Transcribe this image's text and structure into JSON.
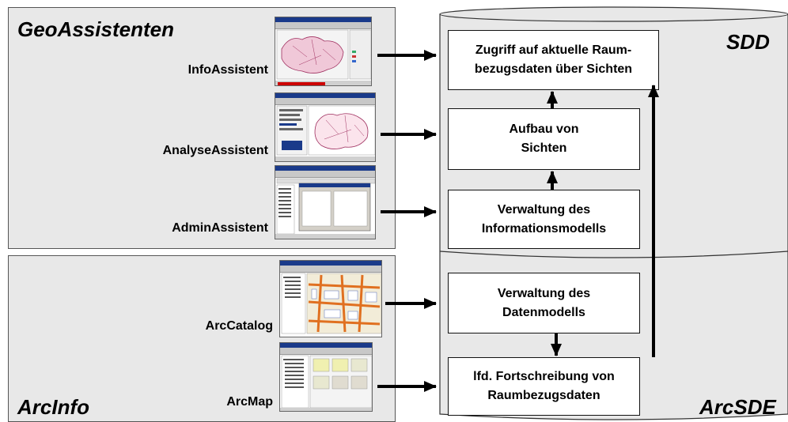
{
  "panels": {
    "geo_title": "GeoAssistenten",
    "arcinfo_title": "ArcInfo"
  },
  "apps": {
    "info": "InfoAssistent",
    "analyse": "AnalyseAssistent",
    "admin": "AdminAssistent",
    "arccatalog": "ArcCatalog",
    "arcmap": "ArcMap"
  },
  "database": {
    "sdd_label": "SDD",
    "arcsde_label": "ArcSDE"
  },
  "process_boxes": {
    "zugriff": "Zugriff auf aktuelle Raum-\nbezugsdaten über Sichten",
    "aufbau": "Aufbau von\nSichten",
    "verwaltung_info": "Verwaltung des\nInformationsmodells",
    "verwaltung_daten": "Verwaltung des\nDatenmodells",
    "fortschreibung": "lfd. Fortschreibung von\nRaumbezugsdaten"
  }
}
